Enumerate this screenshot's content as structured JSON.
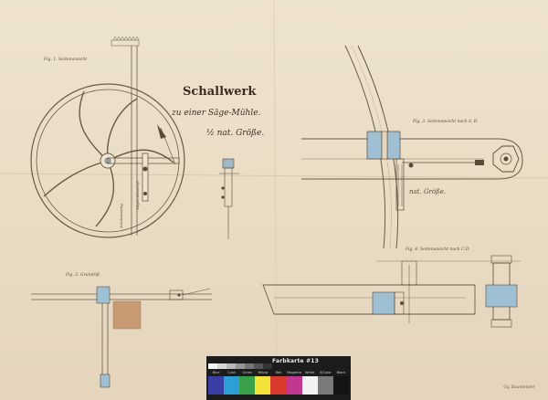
{
  "title": "Schallwerk",
  "subtitle": "zu einer Säge-Mühle.",
  "scale_note": "½ nat. Größe.",
  "labels": {
    "fig1": "Fig. 1. Seitenansicht",
    "fig2": "Fig. 2. Grundriß",
    "fig3": "Fig. 3. Seitenansicht nach d. B.",
    "fig4": "Fig. 4. Seitenansicht nach C.D.",
    "nat_size": "nat. Größe.",
    "side_a": "Axialmessing",
    "side_b": "Sägetriebschaft"
  },
  "colorcard": {
    "brand": "Farbkarte #13",
    "patch_names": [
      "Blue",
      "Cyan",
      "Green",
      "Yellow",
      "Red",
      "Magenta",
      "White",
      "3/Color",
      "Black"
    ],
    "patch_colors": [
      "#3a3fa3",
      "#2c9fd6",
      "#3aa04a",
      "#f2e23a",
      "#d93a2e",
      "#c2378f",
      "#f2f2f2",
      "#7a7a7a",
      "#141414"
    ],
    "gray_steps": [
      "#f5f5f5",
      "#d8d8d8",
      "#b8b8b8",
      "#969696",
      "#747474",
      "#545454",
      "#343434"
    ]
  },
  "signature": "Gy. Baumeister"
}
